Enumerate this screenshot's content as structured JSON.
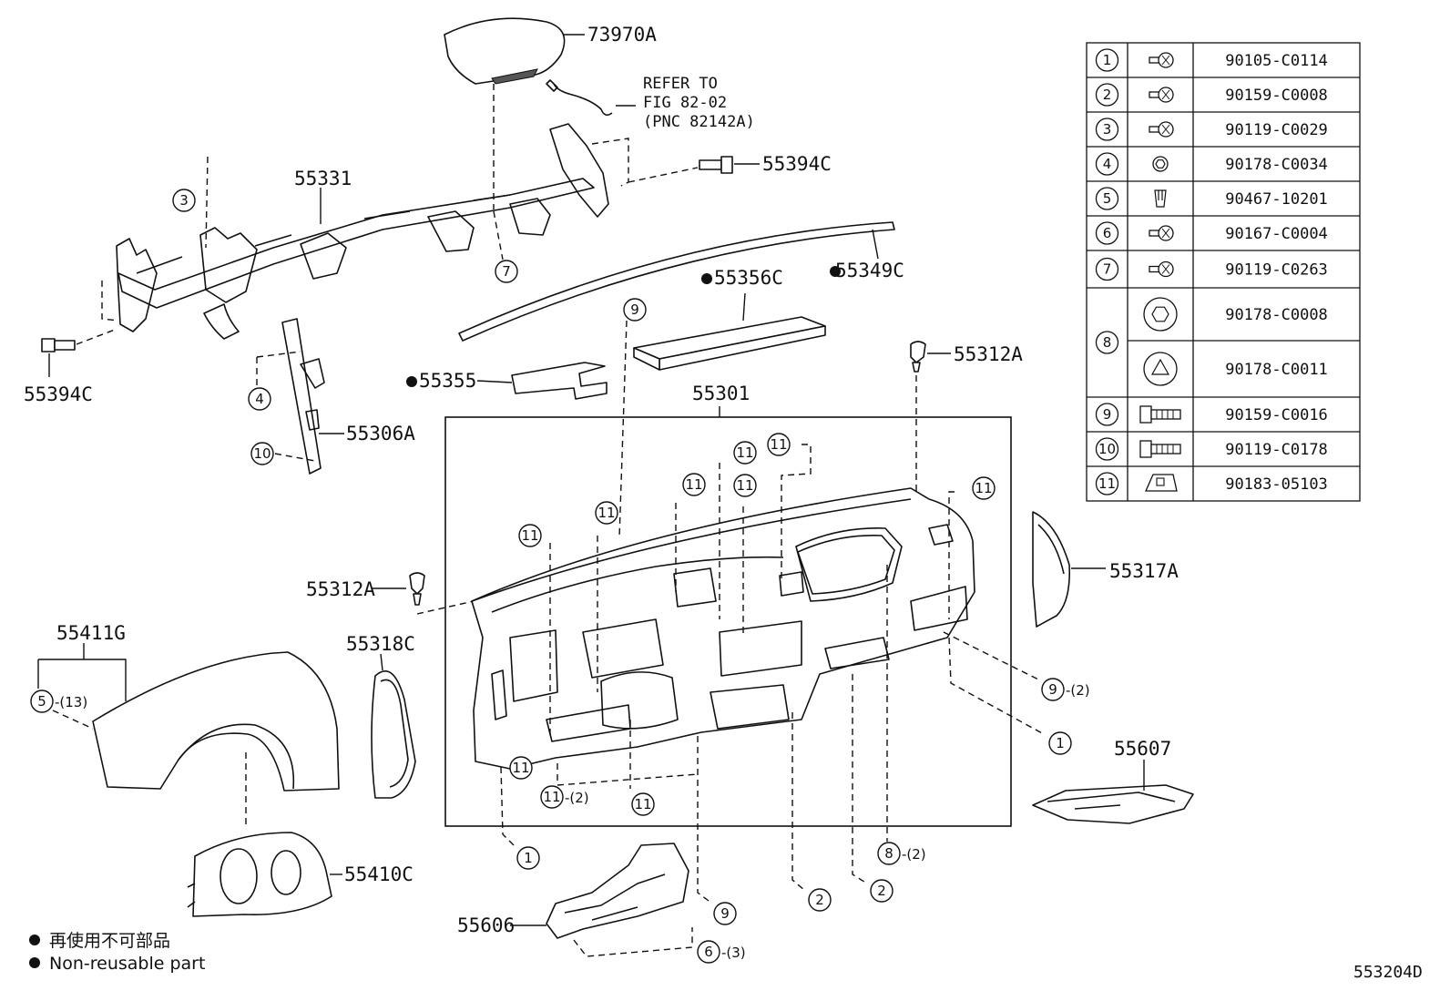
{
  "diagram": {
    "part_labels": {
      "airbag": "73970A",
      "refer_line1": "REFER TO",
      "refer_line2": "FIG 82-02",
      "refer_line3": "(PNC 82142A)",
      "reinforcement": "55331",
      "bolt_right": "55394C",
      "bolt_left": "55394C",
      "brace": "55306A",
      "trim_strip": "55349C",
      "pad_long": "55356C",
      "pad_t": "55355",
      "panel": "55301",
      "clip_top": "55312A",
      "clip_left": "55312A",
      "side_cover_right": "55317A",
      "cluster_finish": "55411G",
      "side_cover_left": "55318C",
      "cluster_hood": "55410C",
      "under_cover_right": "55607",
      "under_cover_center": "55606"
    },
    "qty": {
      "q13": "-(13)",
      "q2a": "-(2)",
      "q2b": "-(2)",
      "q2c": "-(2)",
      "q3": "-(3)"
    },
    "callouts": {
      "c1": "1",
      "c2": "2",
      "c3": "3",
      "c4": "4",
      "c5": "5",
      "c6": "6",
      "c7": "7",
      "c8": "8",
      "c9": "9",
      "c10": "10",
      "c11": "11"
    },
    "fastener_table": [
      {
        "ref": "1",
        "icon": "bolt-icon",
        "part_no": "90105-C0114"
      },
      {
        "ref": "2",
        "icon": "bolt-icon",
        "part_no": "90159-C0008"
      },
      {
        "ref": "3",
        "icon": "bolt-icon",
        "part_no": "90119-C0029"
      },
      {
        "ref": "4",
        "icon": "nut-icon",
        "part_no": "90178-C0034"
      },
      {
        "ref": "5",
        "icon": "clip-icon",
        "part_no": "90467-10201"
      },
      {
        "ref": "6",
        "icon": "bolt-icon",
        "part_no": "90167-C0004"
      },
      {
        "ref": "7",
        "icon": "bolt-icon",
        "part_no": "90119-C0263"
      },
      {
        "ref": "8",
        "icon": "nut-icon",
        "part_no": "90178-C0008"
      },
      {
        "ref": "",
        "icon": "nut-triangle-icon",
        "part_no": "90178-C0011"
      },
      {
        "ref": "9",
        "icon": "bolt-long-icon",
        "part_no": "90159-C0016"
      },
      {
        "ref": "10",
        "icon": "bolt-long-icon",
        "part_no": "90119-C0178"
      },
      {
        "ref": "11",
        "icon": "clip-nut-icon",
        "part_no": "90183-05103"
      }
    ],
    "legend": {
      "japanese": "再使用不可部品",
      "english": "Non-reusable part"
    },
    "figure_code": "553204D"
  }
}
